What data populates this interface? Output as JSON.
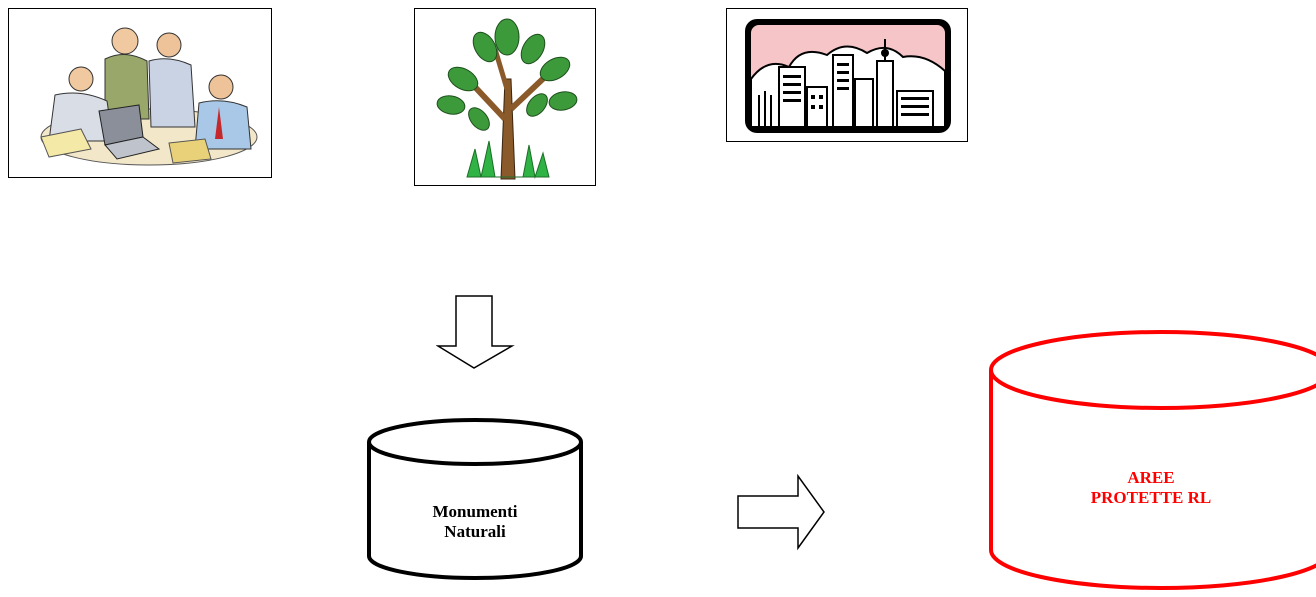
{
  "images": {
    "people": {
      "icon": "meeting-people-clipart"
    },
    "tree": {
      "icon": "tree-clipart"
    },
    "city": {
      "icon": "city-skyline-clipart"
    }
  },
  "arrows": {
    "down": {
      "icon": "down-arrow"
    },
    "right": {
      "icon": "right-arrow"
    }
  },
  "databases": {
    "monumenti": {
      "line1": "Monumenti",
      "line2": "Naturali",
      "color": "#000000"
    },
    "aree": {
      "line1": "AREE",
      "line2": "PROTETTE RL",
      "color": "#ff0000"
    }
  }
}
